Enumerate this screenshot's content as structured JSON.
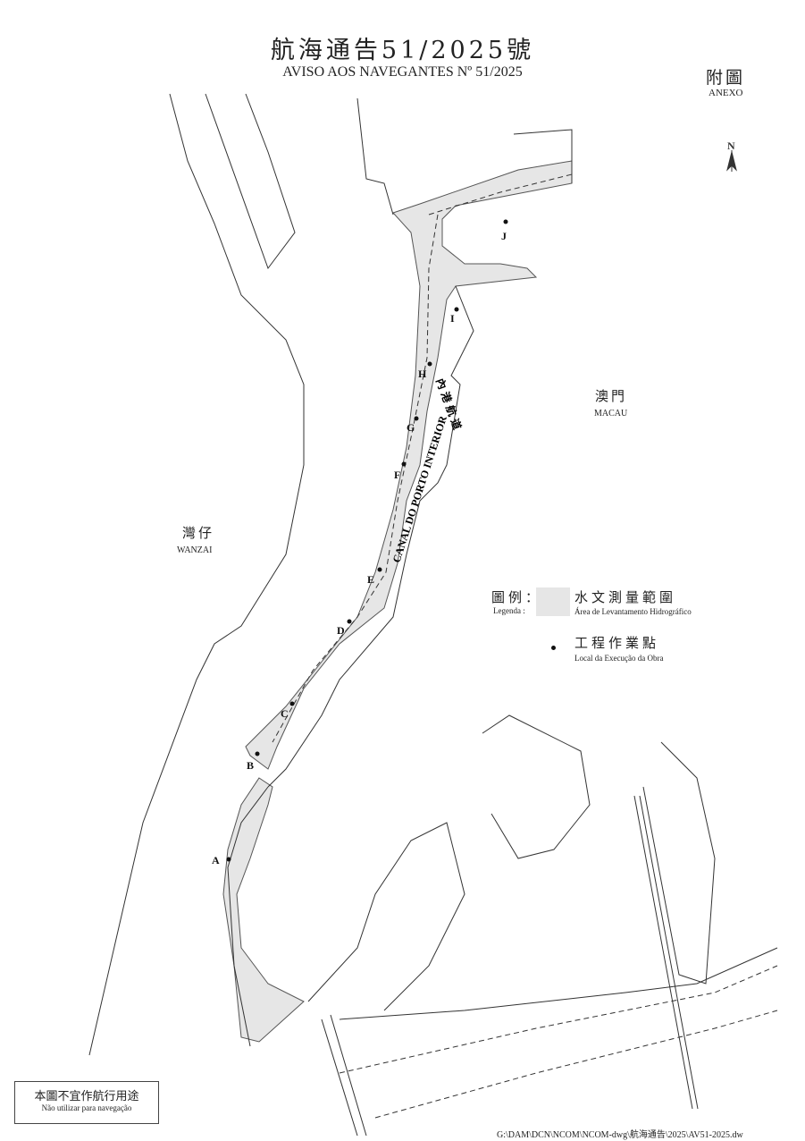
{
  "header": {
    "title_zh": "航海通告51/2025號",
    "title_pt": "AVISO AOS NAVEGANTES Nº 51/2025",
    "annex_zh": "附圖",
    "annex_pt": "ANEXO"
  },
  "north_label": "N",
  "places": {
    "macau_zh": "澳門",
    "macau_pt": "MACAU",
    "wanzai_zh": "灣仔",
    "wanzai_pt": "WANZAI",
    "channel_zh": "內港航道",
    "channel_pt": "CANAL DO PORTO INTERIOR"
  },
  "legend": {
    "title_zh": "圖例：",
    "title_pt": "Legenda :",
    "survey_zh": "水文測量範圍",
    "survey_pt": "Área de Levantamento Hidrográfico",
    "works_zh": "工程作業點",
    "works_pt": "Local da Execução da Obra",
    "survey_color": "#e6e6e6"
  },
  "points": [
    "A",
    "B",
    "C",
    "D",
    "E",
    "F",
    "G",
    "H",
    "I",
    "J"
  ],
  "disclaimer": {
    "zh": "本圖不宜作航行用途",
    "pt": "Não utilizar para navegação"
  },
  "file_path": "G:\\DAM\\DCN\\NCOM\\NCOM-dwg\\航海通告\\2025\\AV51-2025.dw"
}
